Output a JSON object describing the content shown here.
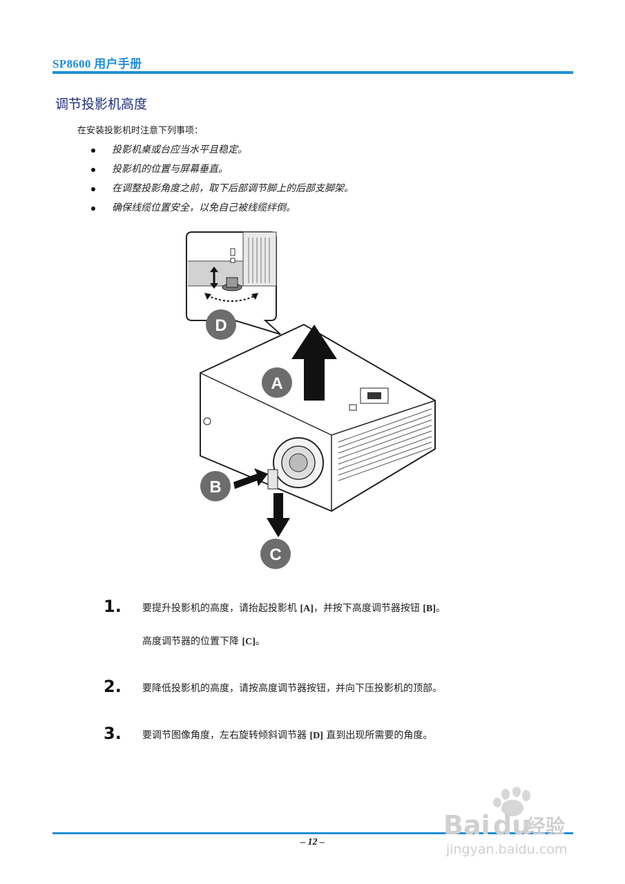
{
  "header": {
    "title": "SP8600 用户手册"
  },
  "section": {
    "title": "调节投影机高度",
    "intro": "在安装投影机时注意下列事项：",
    "bullets": [
      "投影机桌或台应当水平且稳定。",
      "投影机的位置与屏幕垂直。",
      "在调整投影角度之前，取下后部调节脚上的后部支脚架。",
      "确保线缆位置安全，以免自己被线缆绊倒。"
    ]
  },
  "figure": {
    "callouts": {
      "a": "A",
      "b": "B",
      "c": "C",
      "d": "D"
    },
    "icons": [
      "projector",
      "adjust-arrow",
      "rotation-arrow",
      "down-arrow",
      "up-arrow",
      "push-arrow"
    ]
  },
  "steps": [
    {
      "number": "1.",
      "pre": "要提升投影机的高度，请抬起投影机 ",
      "k1": "[A]",
      "mid": "，并按下高度调节器按钮 ",
      "k2": "[B]",
      "post": "。",
      "line2_pre": "高度调节器的位置下降 ",
      "line2_k": "[C]",
      "line2_post": "。"
    },
    {
      "number": "2.",
      "text": "要降低投影机的高度，请按高度调节器按钮，并向下压投影机的顶部。"
    },
    {
      "number": "3.",
      "pre": "要调节图像角度，左右旋转倾斜调节器 ",
      "k": "[D]",
      "post": " 直到出现所需要的角度。"
    }
  ],
  "footer": {
    "page": "– 12 –"
  },
  "watermark": {
    "brand": "Bai",
    "brand2": "du",
    "cn": "经验",
    "url": "jingyan.baidu.com"
  },
  "colors": {
    "accent": "#1f8fd6",
    "title": "#1f2f7a",
    "callout": "#6d6d6d"
  }
}
